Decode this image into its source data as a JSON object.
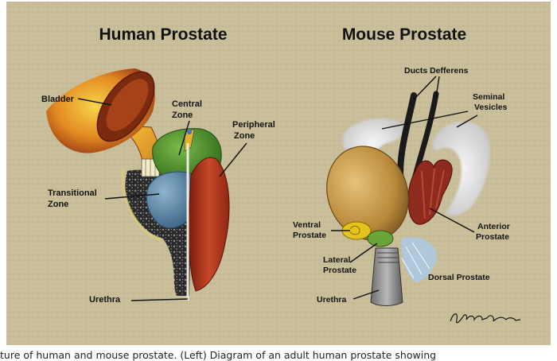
{
  "titles": {
    "human": "Human Prostate",
    "mouse": "Mouse Prostate"
  },
  "human_labels": {
    "bladder": "Bladder",
    "central_1": "Central",
    "central_2": "Zone",
    "peripheral_1": "Peripheral",
    "peripheral_2": "Zone",
    "transitional_1": "Transitional",
    "transitional_2": "Zone",
    "urethra": "Urethra"
  },
  "mouse_labels": {
    "ducts": "Ducts Defferens",
    "seminal_1": "Seminal",
    "seminal_2": "Vesicles",
    "ventral_1": "Ventral",
    "ventral_2": "Prostate",
    "anterior_1": "Anterior",
    "anterior_2": "Prostate",
    "lateral_1": "Lateral",
    "lateral_2": "Prostate",
    "dorsal": "Dorsal Prostate",
    "urethra": "Urethra"
  },
  "caption": "ture of human and mouse prostate. (Left) Diagram of an adult human prostate showing",
  "colors": {
    "background": "#c8bd99",
    "bladder": "#e89a2a",
    "central_zone": "#4f8f2c",
    "peripheral_zone": "#b23a1c",
    "transitional_zone": "#5a87a8",
    "seminal_vesicles": "#e2e2e2",
    "mouse_gland": "#c79a48",
    "anterior_prostate": "#8e2a1e",
    "ventral_prostate": "#e0c21c",
    "lateral_prostate": "#6aa53a",
    "dorsal_prostate": "#8fb8e0"
  }
}
